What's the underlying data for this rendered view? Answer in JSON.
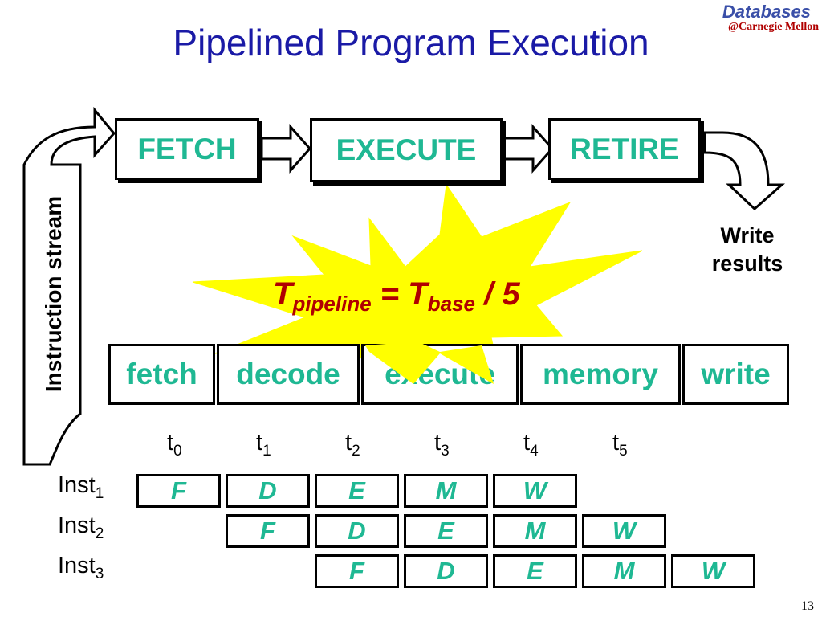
{
  "title": "Pipelined Program Execution",
  "brand": {
    "top": "Databases",
    "bottom": "@Carnegie Mellon"
  },
  "stages": [
    "FETCH",
    "EXECUTE",
    "RETIRE"
  ],
  "side_label": "Instruction stream",
  "output_label": [
    "Write",
    "results"
  ],
  "formula": {
    "t1": "T",
    "sub1": "pipeline",
    "eq": " = ",
    "t2": "T",
    "sub2": "base",
    "rest": " / 5"
  },
  "pipeline_stages": [
    "fetch",
    "decode",
    "execute",
    "memory",
    "write"
  ],
  "time_labels": [
    {
      "base": "t",
      "sub": "0"
    },
    {
      "base": "t",
      "sub": "1"
    },
    {
      "base": "t",
      "sub": "2"
    },
    {
      "base": "t",
      "sub": "3"
    },
    {
      "base": "t",
      "sub": "4"
    },
    {
      "base": "t",
      "sub": "5"
    }
  ],
  "instructions": [
    {
      "base": "Inst",
      "sub": "1",
      "offset": 0,
      "stages": [
        "F",
        "D",
        "E",
        "M",
        "W"
      ]
    },
    {
      "base": "Inst",
      "sub": "2",
      "offset": 1,
      "stages": [
        "F",
        "D",
        "E",
        "M",
        "W"
      ]
    },
    {
      "base": "Inst",
      "sub": "3",
      "offset": 2,
      "stages": [
        "F",
        "D",
        "E",
        "M",
        "W"
      ]
    }
  ],
  "page_number": "13",
  "colors": {
    "title": "#1a1aa6",
    "stage_text": "#1fb893",
    "formula": "#b00000",
    "starburst": "#ffff00"
  }
}
